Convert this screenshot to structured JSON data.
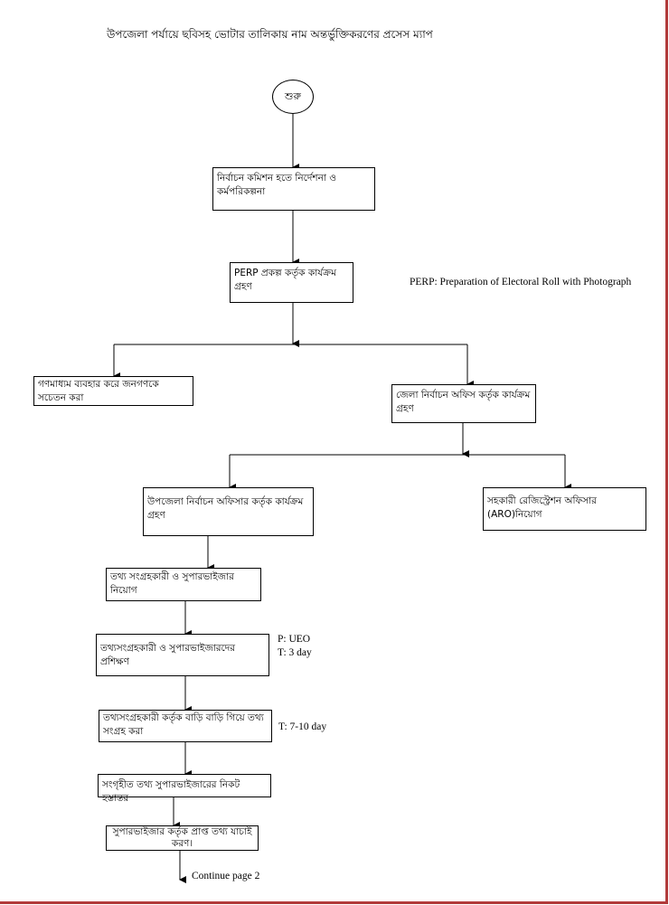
{
  "title": "উপজেলা পর্যায়ে ছবিসহ ভোটার তালিকায় নাম অন্তর্ভুক্তিকরণের প্রসেস ম্যাপ",
  "start": "শুরু",
  "steps": {
    "commission": "নির্বাচন কমিশন হতে নির্দেশনা ও কর্মপরিকল্পনা",
    "perp": "PERP প্রকল্প কর্তৃক কার্যক্রম গ্রহণ",
    "media": "গণমাধ্যম ব্যবহার করে জনগণকে সচেতন করা",
    "district": "জেলা নির্বাচন অফিস কর্তৃক কার্যক্রম গ্রহণ",
    "upazila": "উপজেলা নির্বাচন অফিসার কর্তৃক কার্যক্রম গ্রহণ",
    "aro": "সহকারী রেজিস্ট্রেশন অফিসার (ARO)নিয়োগ",
    "appoint": "তথ্য সংগ্রহকারী ও সুপারভাইজার নিয়োগ",
    "training": "তথ্যসংগ্রহকারী ও সুপারভাইজারদের প্রশিক্ষণ",
    "collect": "তথ্যসংগ্রহকারী কর্তৃক বাড়ি বাড়ি গিয়ে তথ্য সংগ্রহ করা",
    "handover": "সংগৃহীত তথ্য সুপারভাইজারের নিকট হস্তান্তর",
    "verify": "সুপারভাইজার কর্তৃক প্রাপ্ত তথ্য যাচাই করণ।"
  },
  "notes": {
    "perp_def": "PERP: Preparation of Electoral Roll with Photograph",
    "training_p": "P: UEO",
    "training_t": "T: 3 day",
    "collect_t": "T: 7-10 day",
    "continue": "Continue page 2"
  }
}
